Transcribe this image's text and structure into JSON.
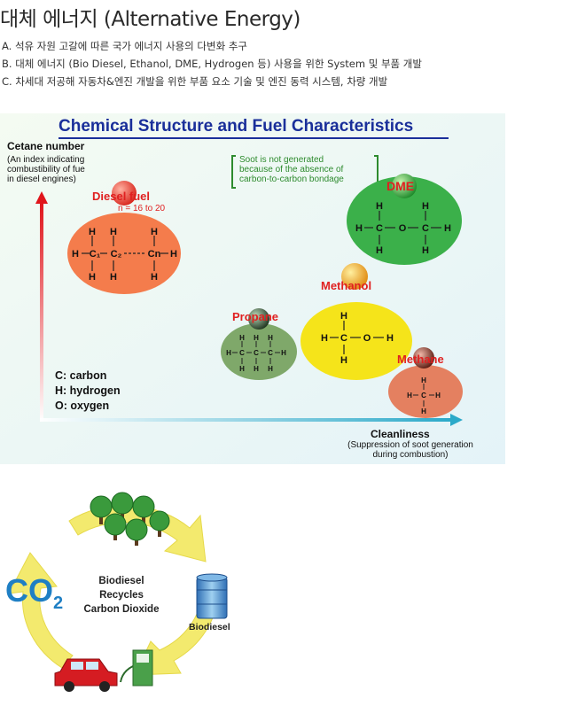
{
  "page": {
    "title": "대체 에너지 (Alternative Energy)",
    "bullets": [
      "A. 석유 자원 고갈에 따른 국가 에너지 사용의 다변화 추구",
      "B. 대체 에너지 (Bio Diesel, Ethanol, DME, Hydrogen 등) 사용을 위한 System 및 부품 개발",
      "C. 차세대 저공해 자동차&엔진 개발을 위한 부품 요소 기술 및 엔진 동력 시스템, 차량 개발"
    ]
  },
  "diagram": {
    "title": "Chemical Structure and Fuel Characteristics",
    "y_axis": {
      "title": "Cetane number",
      "subtitle": [
        "(An index indicating",
        "combustibility of fue",
        "in diesel engines)"
      ]
    },
    "x_axis": {
      "title": "Cleanliness",
      "subtitle": [
        "(Suppression of soot generation",
        "during combustion)"
      ]
    },
    "note": [
      "Soot is not generated",
      "because of the absence of",
      "carbon-to-carbon bondage"
    ],
    "fuels": {
      "diesel": {
        "name": "Diesel fuel",
        "sub": "n = 16 to 20",
        "color": "#f47c4c"
      },
      "dme": {
        "name": "DME",
        "color": "#3bb04a"
      },
      "methanol": {
        "name": "Methanol",
        "color": "#f5e41a"
      },
      "propane": {
        "name": "Propane",
        "color": "#7fa86a"
      },
      "methane": {
        "name": "Methane",
        "color": "#e48060"
      }
    },
    "legend": [
      "C: carbon",
      "H: hydrogen",
      "O: oxygen"
    ],
    "formula_text": {
      "H": "H",
      "C": "C",
      "O": "O",
      "C1": "C₁",
      "C2": "C₂",
      "Cn": "Cn",
      "dash": "—",
      "dots": "------"
    }
  },
  "cycle": {
    "center_text": [
      "Biodiesel",
      "Recycles",
      "Carbon Dioxide"
    ],
    "co2_main": "CO",
    "co2_sub": "2",
    "barrel_label": "Biodiesel"
  }
}
